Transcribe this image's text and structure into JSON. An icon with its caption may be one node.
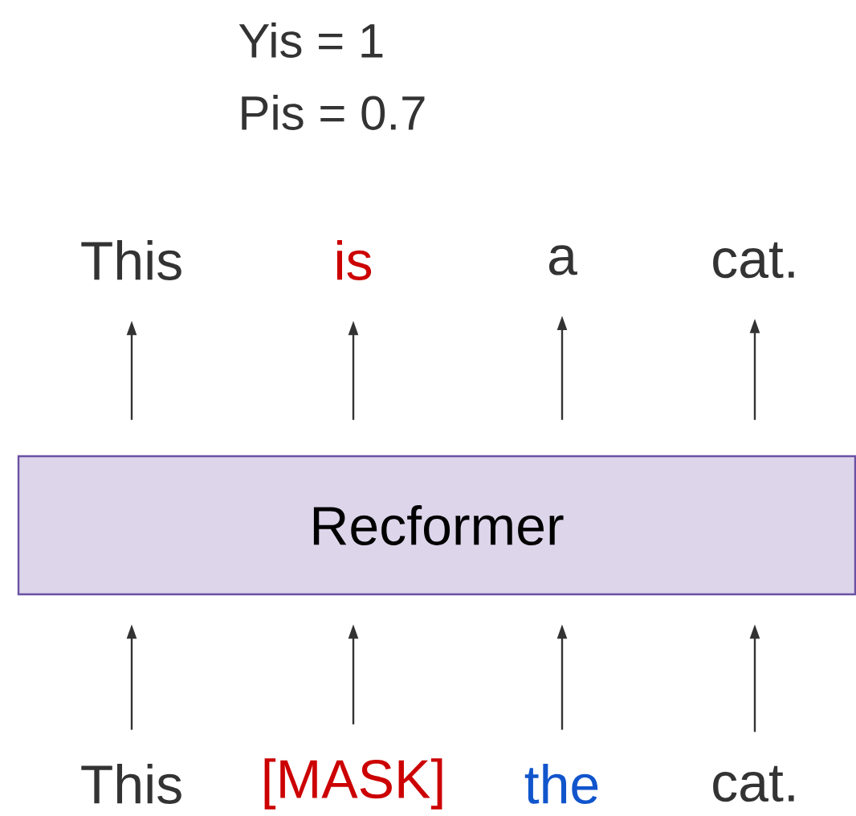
{
  "diagram": {
    "nodes": [
      {
        "text": [
          "This"
        ]
      },
      {
        "text": [
          "is"
        ]
      },
      {
        "text": [
          "a"
        ]
      },
      {
        "text": [
          "cat."
        ]
      },
      {
        "text": [
          "Recformer"
        ]
      },
      {
        "text": [
          "This"
        ]
      },
      {
        "text": [
          "[MASK]"
        ]
      },
      {
        "text": [
          "the"
        ]
      },
      {
        "text": [
          "cat."
        ]
      }
    ],
    "edges": [
      {
        "from": 4,
        "to": 0,
        "arrow": "to"
      },
      {
        "from": 4,
        "to": 1,
        "arrow": "to"
      },
      {
        "from": 4,
        "to": 2,
        "arrow": "to"
      },
      {
        "from": 4,
        "to": 3,
        "arrow": "to"
      },
      {
        "from": 5,
        "to": 4,
        "arrow": "to"
      },
      {
        "from": 6,
        "to": 4,
        "arrow": "to"
      },
      {
        "from": 7,
        "to": 4,
        "arrow": "to"
      },
      {
        "from": 8,
        "to": 4,
        "arrow": "to"
      }
    ],
    "labels": [
      "Yis = 1",
      "Pis = 0.7"
    ]
  }
}
